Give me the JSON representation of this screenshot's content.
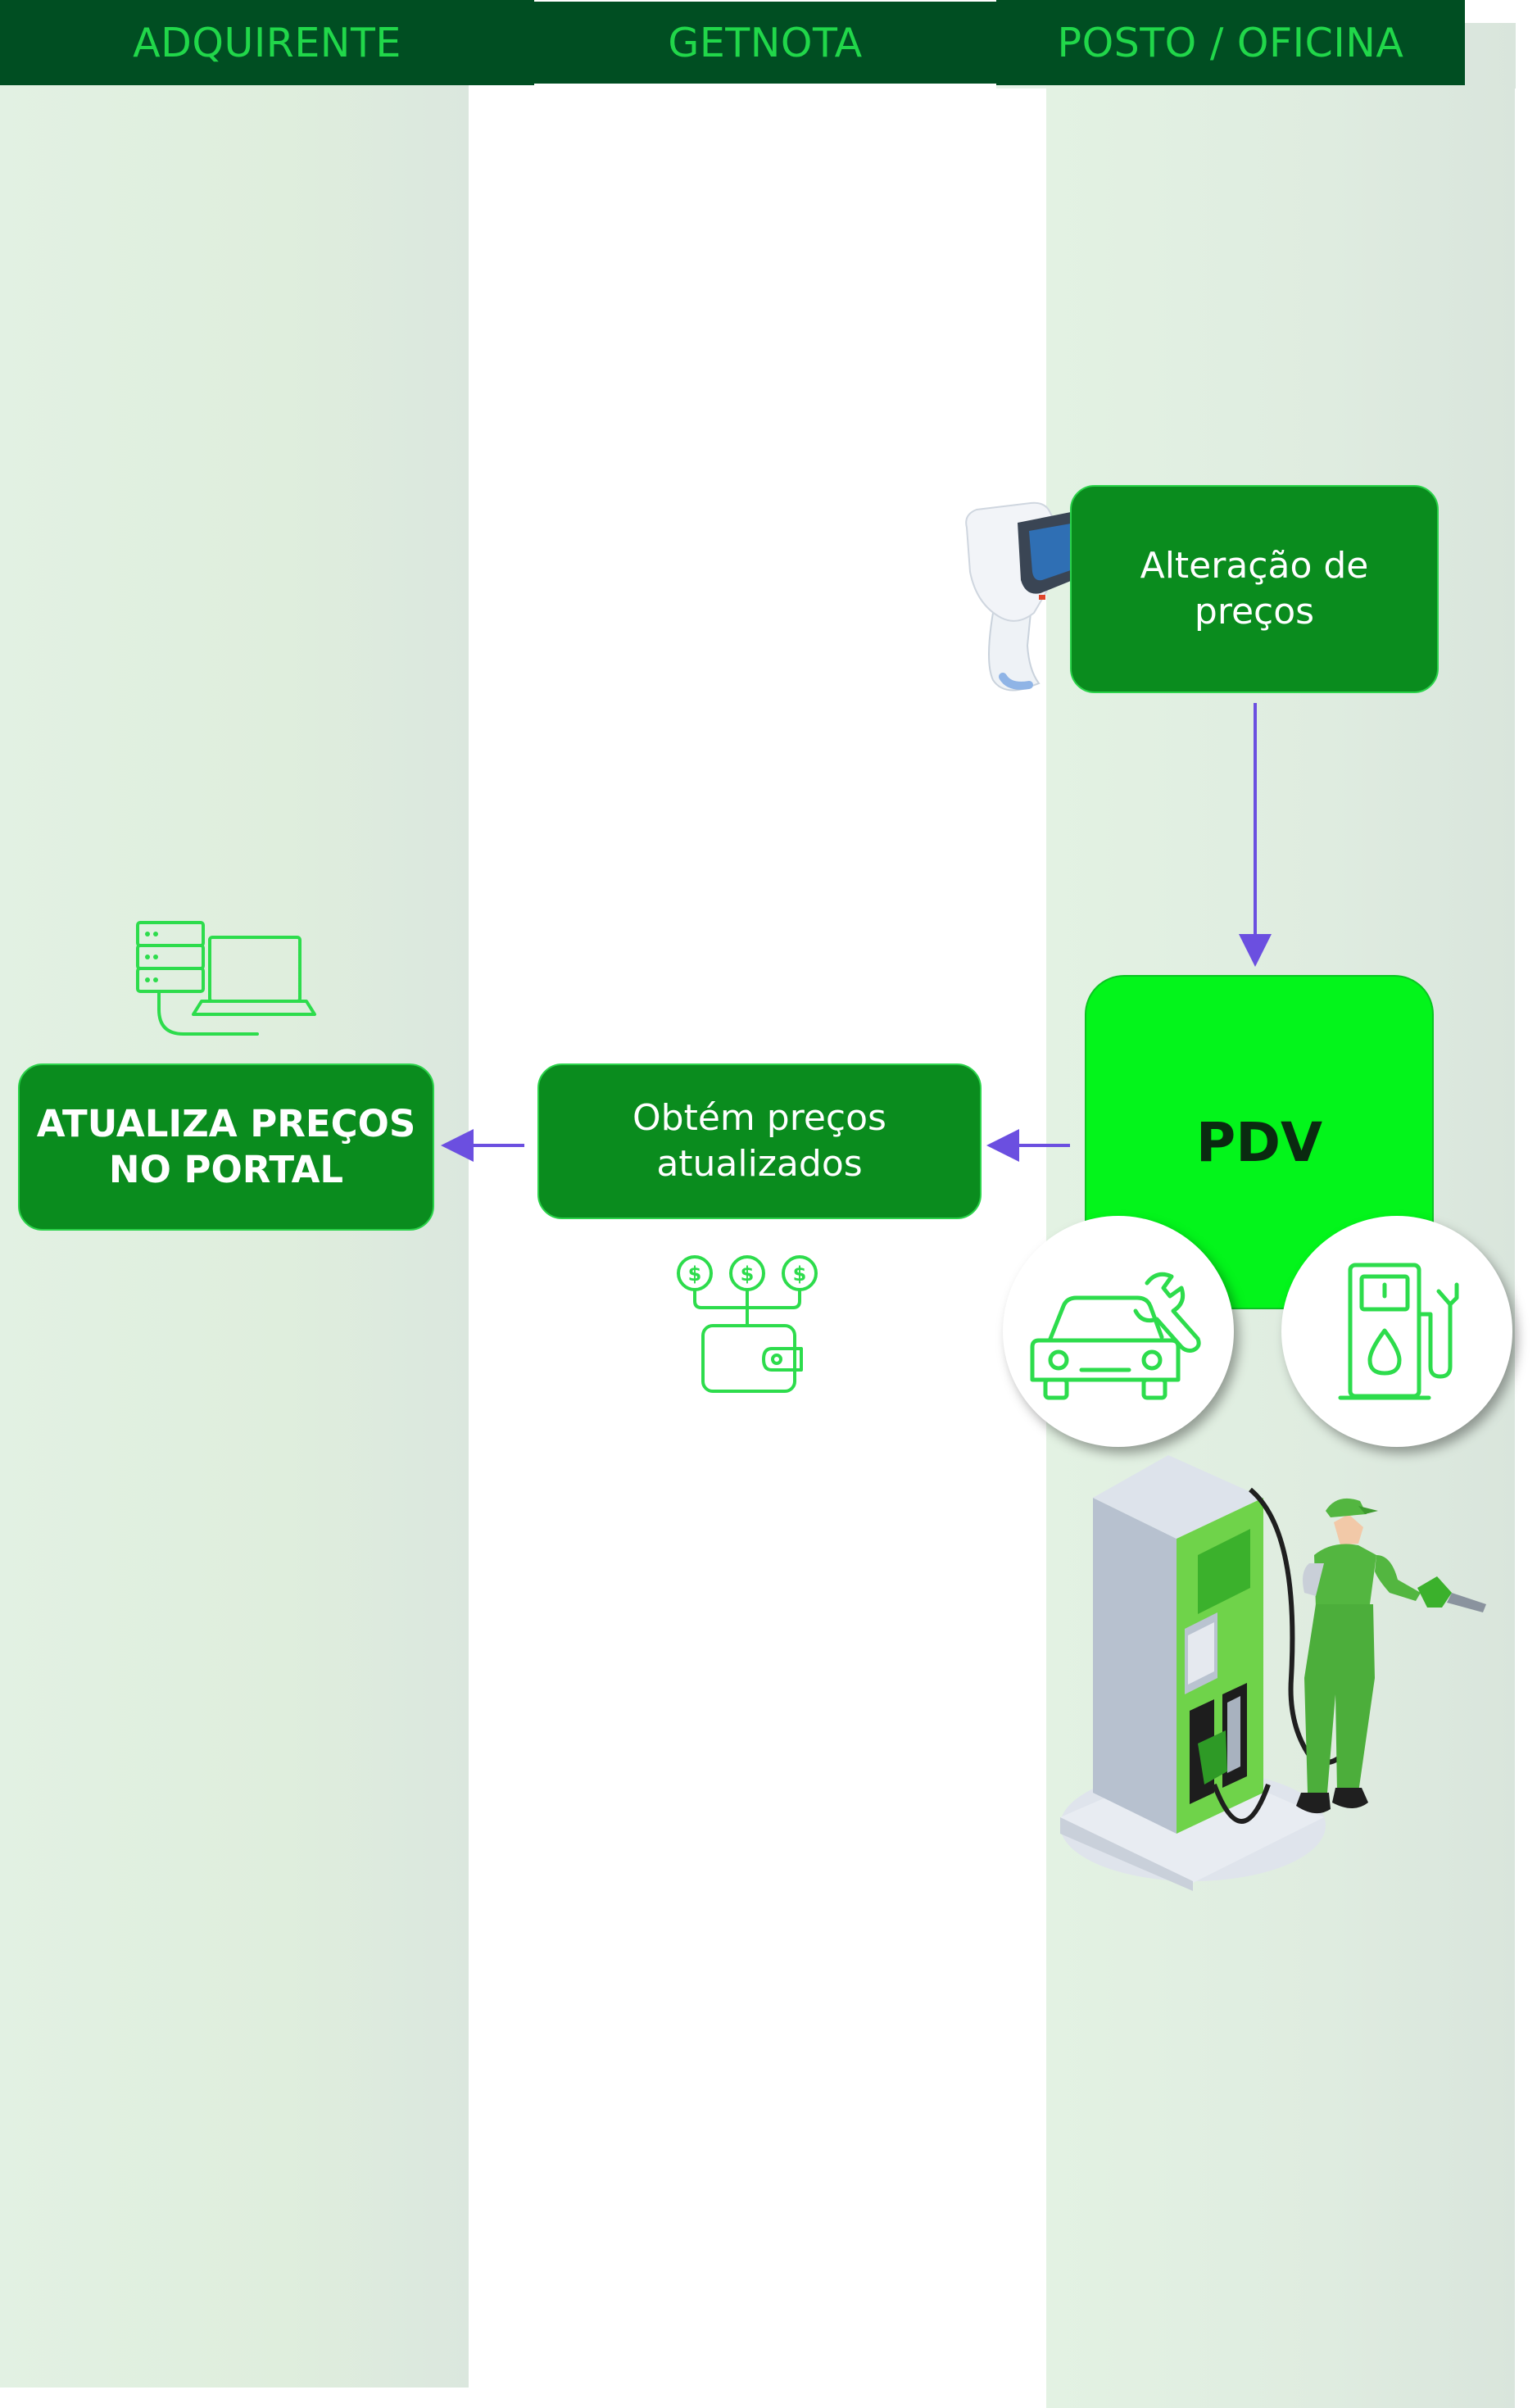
{
  "headers": {
    "left": "ADQUIRENTE",
    "middle": "GETNOTA",
    "right": "POSTO / OFICINA"
  },
  "boxes": {
    "alteracao": "Alteração de\npreços",
    "pdv": "PDV",
    "obtem": "Obtém preços\natualizados",
    "atualiza": "ATUALIZA PREÇOS\nNO PORTAL"
  },
  "icons": {
    "barcode_scanner": "barcode-scanner-icon",
    "server_laptop": "server-laptop-icon",
    "wallet_money": "wallet-money-icon",
    "car_repair": "car-wrench-icon",
    "fuel_dispenser": "fuel-dispenser-icon",
    "gas_station": "gas-station-attendant-illustration"
  },
  "colors": {
    "header_bg": "#004e22",
    "header_text": "#21d74a",
    "box_green": "#0a8c1e",
    "pdv_green": "#03f51b",
    "arrow": "#6b4fe0",
    "lane_tint": "#e0efe1",
    "icon_line": "#2ddc4c"
  }
}
